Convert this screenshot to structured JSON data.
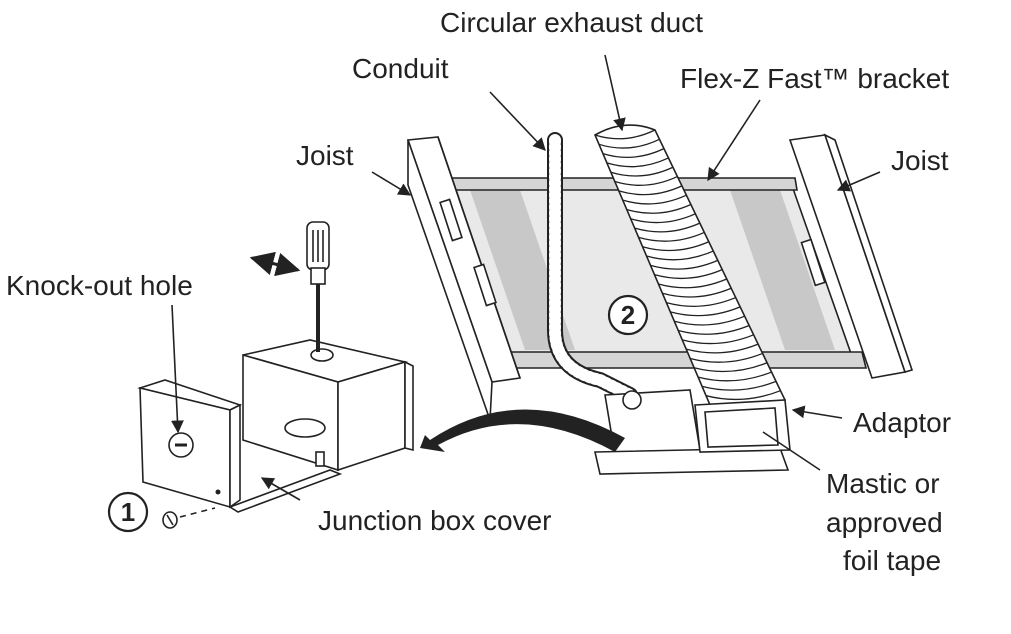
{
  "labels": {
    "exhaust_duct": "Circular exhaust duct",
    "conduit": "Conduit",
    "bracket": "Flex-Z Fast™ bracket",
    "joist_left": "Joist",
    "joist_right": "Joist",
    "knockout": "Knock-out hole",
    "adaptor": "Adaptor",
    "mastic_1": "Mastic or",
    "mastic_2": "approved",
    "mastic_3": "foil tape",
    "cover": "Junction box cover"
  },
  "steps": {
    "step1": "1",
    "step2": "2"
  },
  "colors": {
    "line": "#222222",
    "shade": "#c8c8c8",
    "fill": "#ffffff"
  }
}
